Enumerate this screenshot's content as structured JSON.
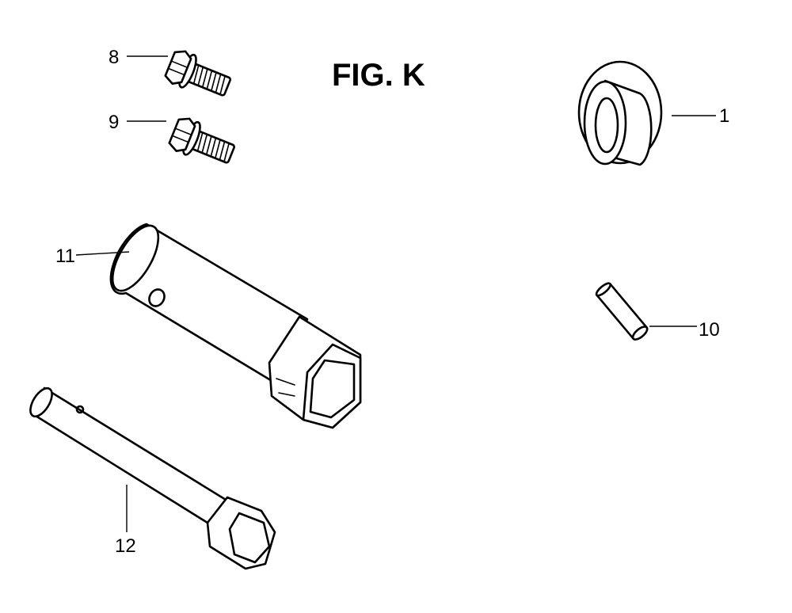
{
  "figure": {
    "title": "FIG. K",
    "background_color": "#ffffff",
    "line_color": "#000000"
  },
  "parts": [
    {
      "id": "sprocket",
      "callout": "1"
    },
    {
      "id": "bolt-upper",
      "callout": "8"
    },
    {
      "id": "bolt-lower",
      "callout": "9"
    },
    {
      "id": "pin",
      "callout": "10"
    },
    {
      "id": "box-wrench",
      "callout": "11"
    },
    {
      "id": "handle-bar",
      "callout": "12"
    }
  ]
}
